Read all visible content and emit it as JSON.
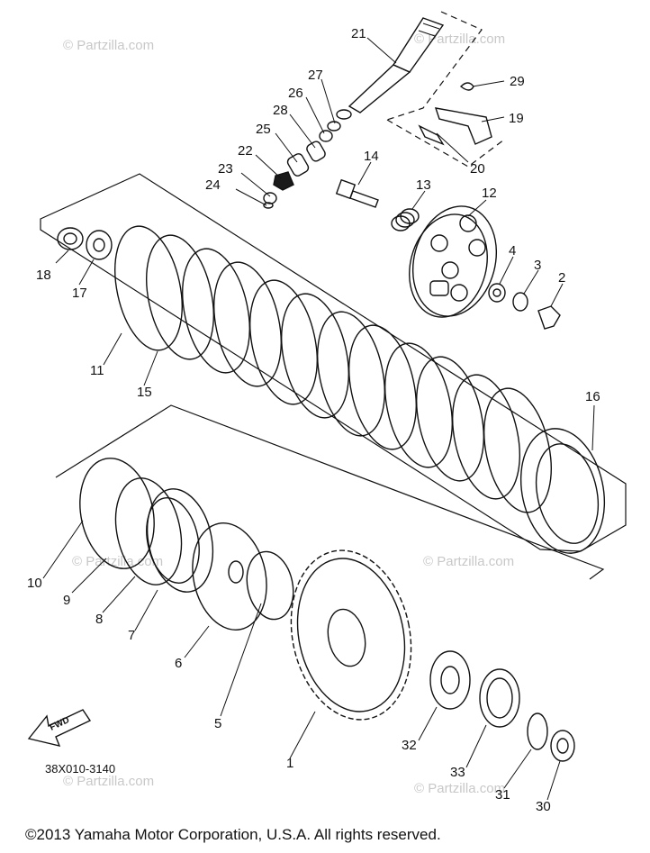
{
  "diagram_code": "38X010-3140",
  "copyright": "©2013  Yamaha Motor Corporation, U.S.A. All rights reserved.",
  "watermark": "© Partzilla.com",
  "fwd_label": "FWD",
  "callouts": [
    "1",
    "2",
    "3",
    "4",
    "5",
    "6",
    "7",
    "8",
    "9",
    "10",
    "11",
    "12",
    "13",
    "14",
    "15",
    "16",
    "17",
    "18",
    "19",
    "20",
    "21",
    "22",
    "23",
    "24",
    "25",
    "26",
    "27",
    "28",
    "29",
    "30",
    "31",
    "32",
    "33"
  ],
  "colors": {
    "ink": "#111111",
    "watermark": "#c8c8c8",
    "background": "#ffffff"
  }
}
